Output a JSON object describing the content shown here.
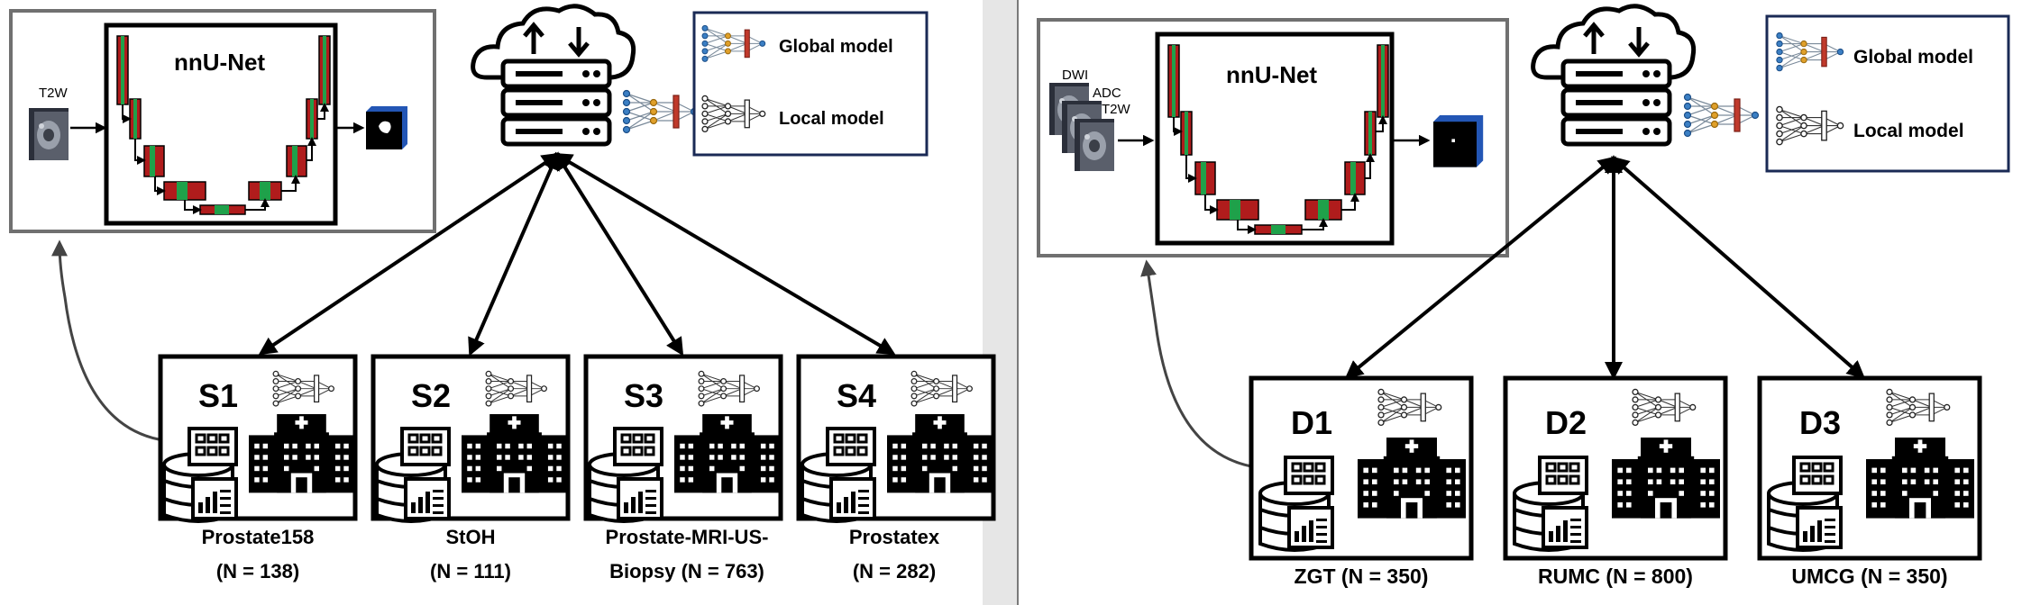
{
  "left": {
    "unet_title": "nnU-Net",
    "input_label": "T2W",
    "legend": {
      "global": "Global model",
      "local": "Local model"
    },
    "sites": [
      {
        "code": "S1",
        "name": "Prostate158",
        "n": "(N = 138)"
      },
      {
        "code": "S2",
        "name": "StOH",
        "n": "(N = 111)"
      },
      {
        "code": "S3",
        "name": "Prostate-MRI-US-",
        "n": "Biopsy (N = 763)"
      },
      {
        "code": "S4",
        "name": "Prostatex",
        "n": "(N = 282)"
      }
    ]
  },
  "right": {
    "unet_title": "nnU-Net",
    "input_labels": {
      "dwi": "DWI",
      "adc": "ADC",
      "t2w": "T2W"
    },
    "legend": {
      "global": "Global model",
      "local": "Local model"
    },
    "sites": [
      {
        "code": "D1",
        "caption": "ZGT (N = 350)"
      },
      {
        "code": "D2",
        "caption": "RUMC (N = 800)"
      },
      {
        "code": "D3",
        "caption": "UMCG (N = 350)"
      }
    ]
  },
  "colors": {
    "unet_red": "#b01c1c",
    "unet_green": "#1fa14a",
    "panel_border": "#707070",
    "legend_border": "#1a2a55",
    "network_blue": "#3b7fc4",
    "network_gold": "#e0a02a",
    "network_red": "#c0392b"
  },
  "icons": [
    "cloud-server-icon",
    "neural-network-icon",
    "hospital-icon",
    "database-icon",
    "mri-scan-icon",
    "segmentation-output-icon"
  ]
}
